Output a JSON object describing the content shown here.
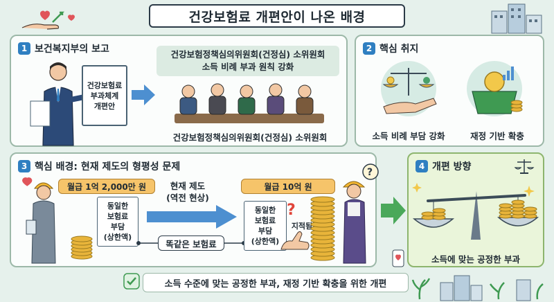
{
  "title": "건강보험료 개편안이 나온 배경",
  "section1": {
    "number": "1",
    "heading": "보건복지부의 보고",
    "doc_lines": [
      "건강보험료",
      "부과체계",
      "개편안"
    ],
    "banner_lines": [
      "건강보험정책심의위원회(건정심) 소위원회",
      "소득 비례 부과 원칙 강화"
    ],
    "caption": "건강보험정책심의위원회(건정심) 소위원회"
  },
  "section2": {
    "number": "2",
    "heading": "핵심 취지",
    "item1": "소득 비례 부담 강화",
    "item2": "재정 기반 확충"
  },
  "section3": {
    "number": "3",
    "heading": "핵심 배경: 현재 제도의 형평성 문제",
    "left_salary": "월급 1억 2,000만 원",
    "left_doc": [
      "동일한",
      "보험료",
      "부담",
      "(상한액)"
    ],
    "middle_label": [
      "현재 제도",
      "(역전 현상)"
    ],
    "right_salary": "월급 10억 원",
    "right_doc": [
      "동일한",
      "보험료",
      "부담",
      "(상한액)"
    ],
    "pointed_out": "지적됨",
    "same_premium": "똑같은 보험료"
  },
  "section4": {
    "number": "4",
    "heading": "개편 방향",
    "caption": "소득에 맞는 공정한 부과"
  },
  "footer": "소득 수준에 맞는 공정한 부과, 재정 기반 확충을 위한 개편",
  "colors": {
    "accent_blue": "#2f7fc1",
    "panel_green": "#eaf5da",
    "salary_tag": "#f6c46a",
    "coin": "#e8b43a"
  }
}
